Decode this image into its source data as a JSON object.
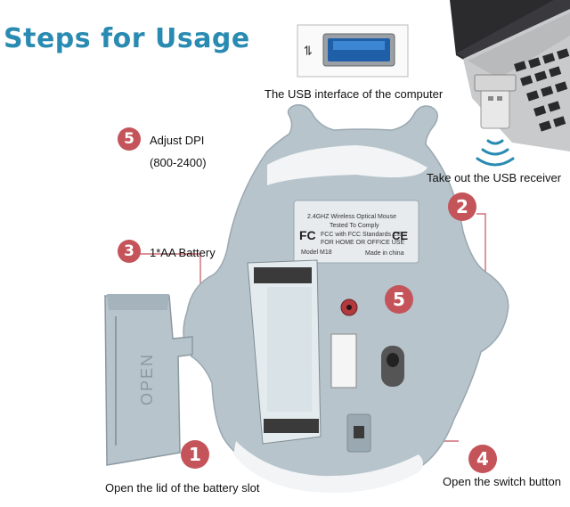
{
  "title": "Steps for Usage",
  "steps": {
    "usb_interface": "The USB interface of the computer",
    "take_out_receiver": "Take out the USB receiver",
    "adjust_dpi_number": "5",
    "adjust_dpi": "Adjust DPI",
    "dpi_range": "(800-2400)",
    "battery_number": "3",
    "battery": "1*AA Battery",
    "receiver_number": "2",
    "lid_number": "1",
    "open_lid": "Open the lid of the battery slot",
    "switch_number": "4",
    "open_switch": "Open the switch button",
    "dpi_button_number": "5"
  },
  "mouse_label": {
    "line1": "2.4GHZ Wireless Optical Mouse",
    "line2": "Tested To Comply",
    "line3": "FCC with FCC Standards CE",
    "line4": "FOR HOME OR OFFICE USE",
    "model": "Model M18",
    "made_in": "Made in china"
  },
  "lid_text": "OPEN",
  "colors": {
    "title": "#2a8bb2",
    "badge": "#c4545a",
    "mouse_body": "#b7c4cc",
    "callout_line": "#c4545a",
    "wireless_signal": "#2a8bb2"
  }
}
